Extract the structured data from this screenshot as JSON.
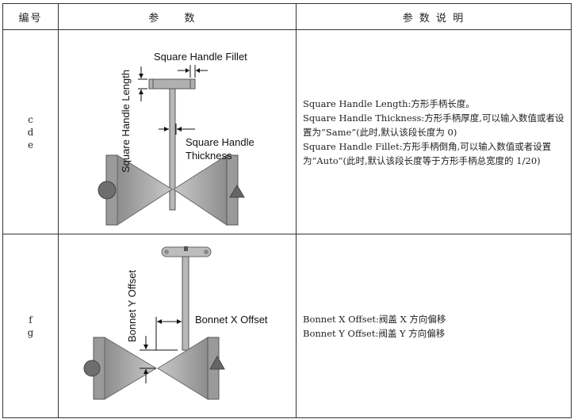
{
  "header": {
    "col_id": "编号",
    "col_param": "参  数",
    "col_desc": "参 数 说 明"
  },
  "rows": [
    {
      "ids": [
        "c",
        "d",
        "e"
      ],
      "figure": {
        "label_fillet": "Square Handle Fillet",
        "label_length": "Square Handle Length",
        "label_thickness_1": "Square Handle",
        "label_thickness_2": "Thickness"
      },
      "desc": [
        "Square Handle Length:方形手柄长度。",
        "Square Handle Thickness:方形手柄厚度,可以输入数值或者设置为“Same”(此时,默认该段长度为 0)",
        "Square Handle Fillet:方形手柄倒角,可以输入数值或者设置为“Auto”(此时,默认该段长度等于方形手柄总宽度的 1/20)"
      ]
    },
    {
      "ids": [
        "f",
        "g"
      ],
      "figure": {
        "label_x_offset": "Bonnet X Offset",
        "label_y_offset": "Bonnet Y Offset"
      },
      "desc": [
        "Bonnet X Offset:阀盖 X 方向偏移",
        "Bonnet Y Offset:阀盖 Y 方向偏移"
      ]
    }
  ]
}
